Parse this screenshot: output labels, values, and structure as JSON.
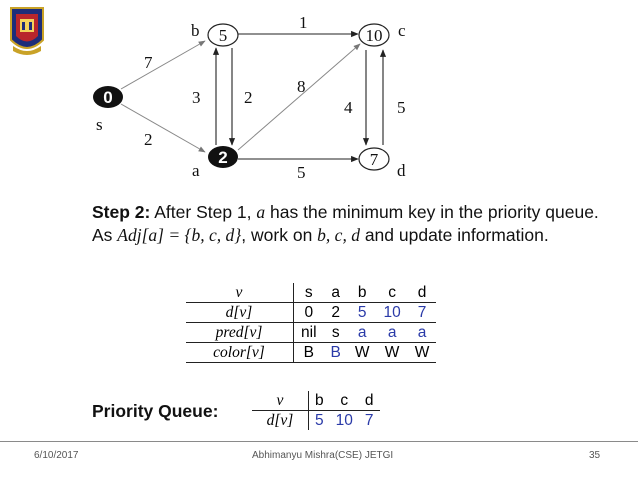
{
  "graph": {
    "nodes": {
      "s": {
        "key": "0",
        "name": "s"
      },
      "a": {
        "key": "2",
        "name": "a"
      },
      "b": {
        "key": "5",
        "name": "b"
      },
      "c": {
        "key": "10",
        "name": "c"
      },
      "d": {
        "key": "7",
        "name": "d"
      }
    },
    "edges": {
      "s_b": "7",
      "s_a": "2",
      "a_b": "3",
      "b_a": "2",
      "a_c": "8",
      "b_c": "1",
      "a_d": "5",
      "c_d": "4",
      "d_c": "5"
    }
  },
  "step": {
    "label": "Step 2:",
    "part1": " After Step 1, ",
    "var_a": "a",
    "part2": " has the minimum key in the priority queue. As ",
    "adj_expr": "Adj[a] = {b, c, d}",
    "part3": ", work on ",
    "vars_bcd": "b, c, d",
    "part4": " and update information."
  },
  "info_table": {
    "header_label": "v",
    "columns": [
      "s",
      "a",
      "b",
      "c",
      "d"
    ],
    "rows": [
      {
        "label": "d[v]",
        "values": [
          "0",
          "2",
          "5",
          "10",
          "7"
        ]
      },
      {
        "label": "pred[v]",
        "values": [
          "nil",
          "s",
          "a",
          "a",
          "a"
        ]
      },
      {
        "label": "color[v]",
        "values": [
          "B",
          "B",
          "W",
          "W",
          "W"
        ]
      }
    ]
  },
  "priority_queue": {
    "label": "Priority Queue:",
    "header_label": "v",
    "columns": [
      "b",
      "c",
      "d"
    ],
    "row_label": "d[v]",
    "values": [
      "5",
      "10",
      "7"
    ]
  },
  "footer": {
    "date": "6/10/2017",
    "author": "Abhimanyu Mishra(CSE) JETGI",
    "page": "35"
  },
  "colors": {
    "highlight": "#2a3aa8",
    "black_node": "#111111",
    "edge": "#222222"
  }
}
